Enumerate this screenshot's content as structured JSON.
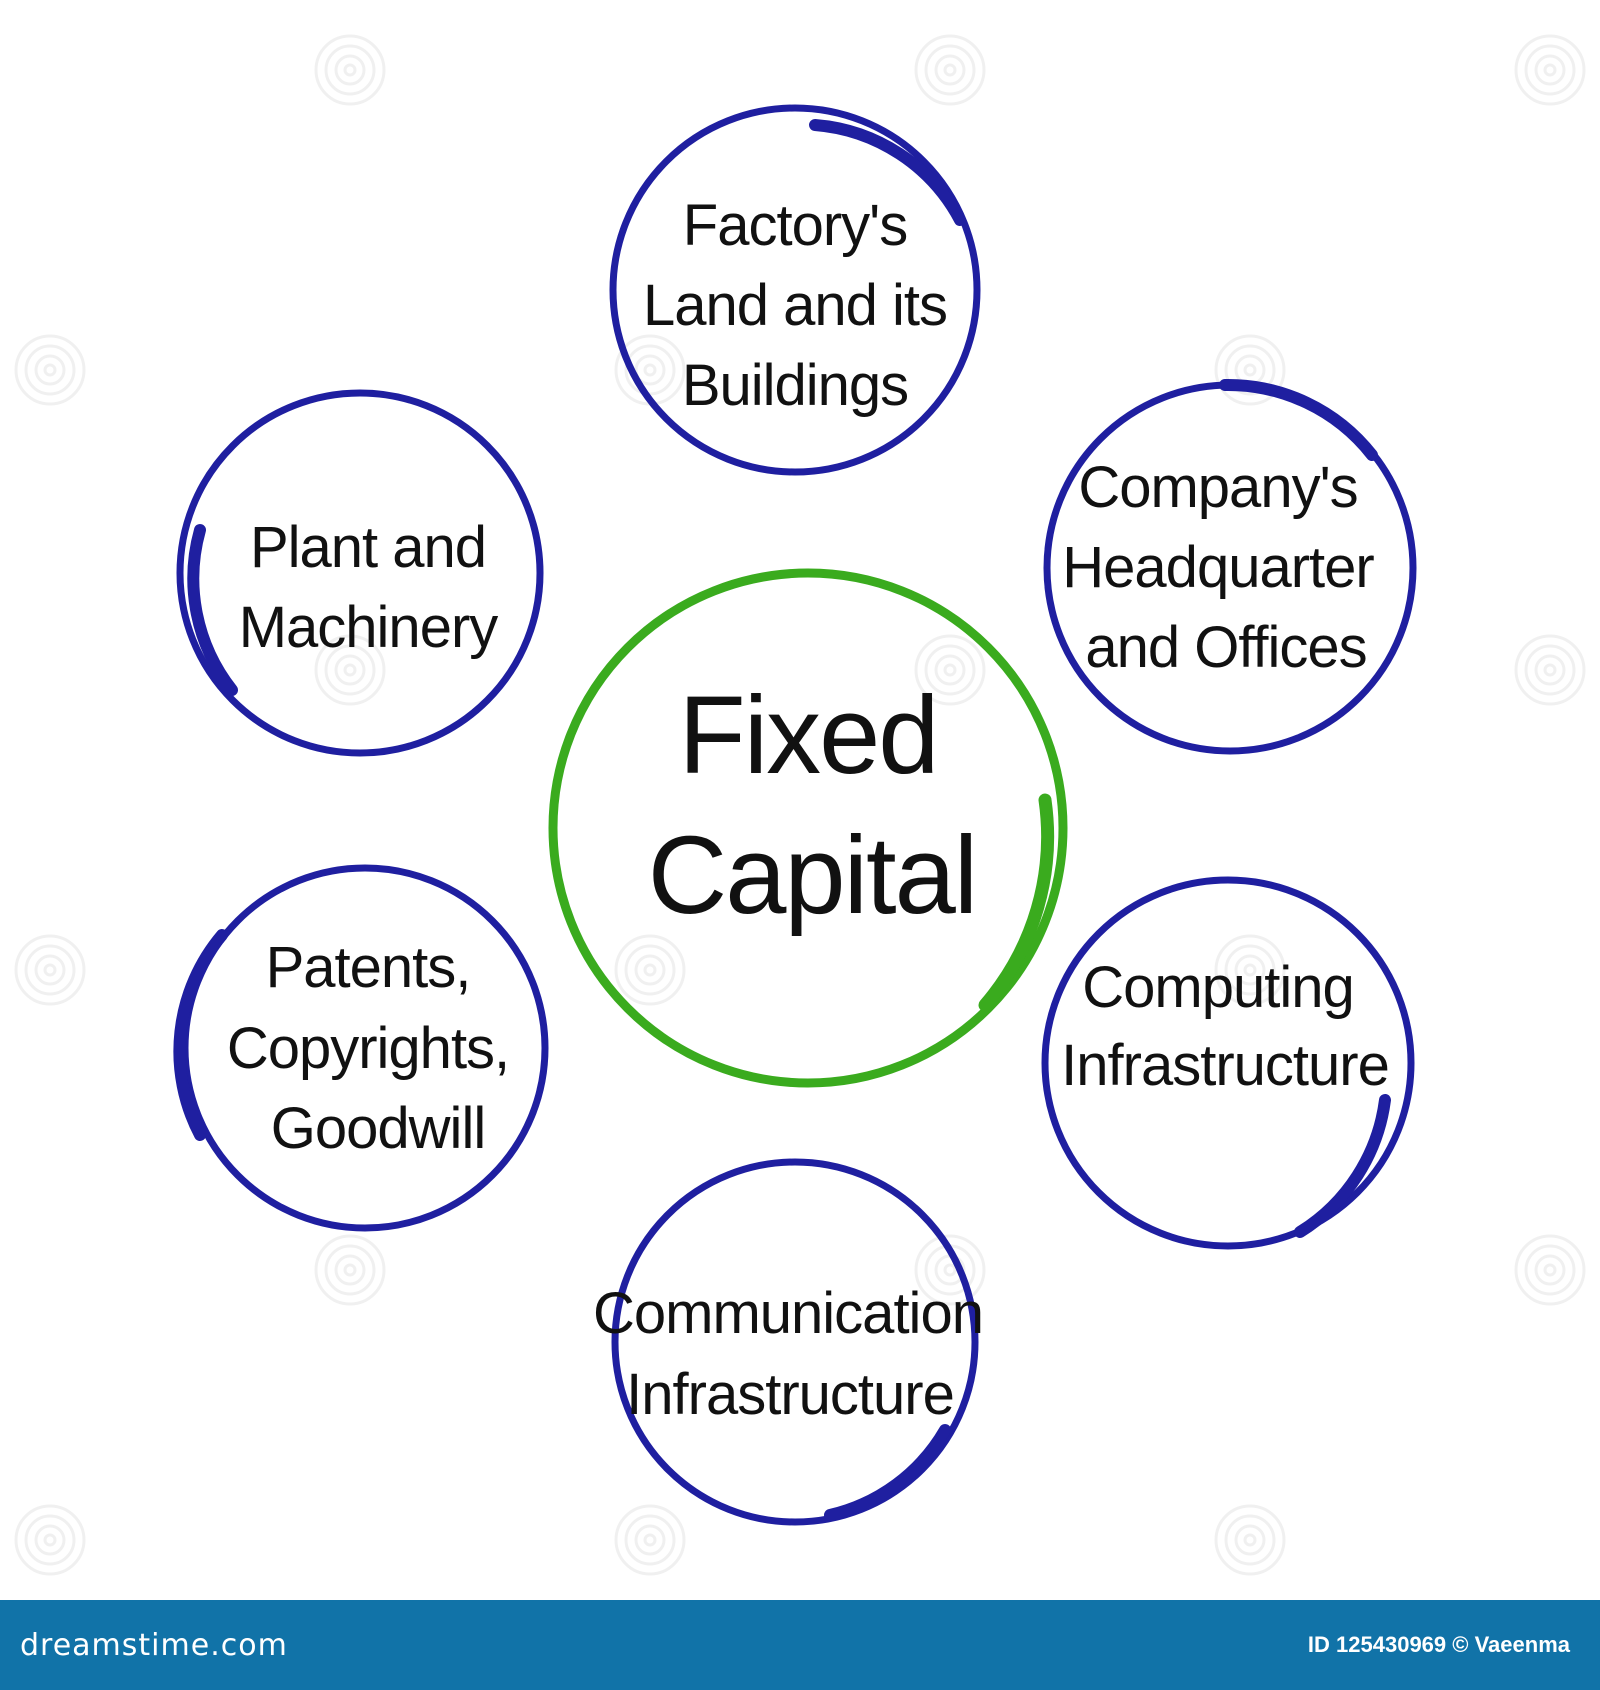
{
  "colors": {
    "center_ring": "#3aab1e",
    "node_ring": "#1f1fa0",
    "text": "#111111",
    "footer_background": "#1173a8",
    "footer_text": "#ffffff",
    "watermark": "#eeeeee"
  },
  "center": {
    "line1": "Fixed",
    "line2": "Capital"
  },
  "nodes": {
    "factory": {
      "line1": "Factory's",
      "line2": "Land and its",
      "line3": "Buildings"
    },
    "company": {
      "line1": "Company's",
      "line2": "Headquarter",
      "line3": "and Offices"
    },
    "computing": {
      "line1": "Computing",
      "line2": "Infrastructure"
    },
    "communication": {
      "line1": "Communication",
      "line2": "Infrastructure"
    },
    "patents": {
      "line1": "Patents,",
      "line2": "Copyrights,",
      "line3": "Goodwill"
    },
    "plant": {
      "line1": "Plant and",
      "line2": "Machinery"
    }
  },
  "footer": {
    "logo": "dreamstime.com",
    "id_text": "ID 125430969 © Vaeenma"
  }
}
